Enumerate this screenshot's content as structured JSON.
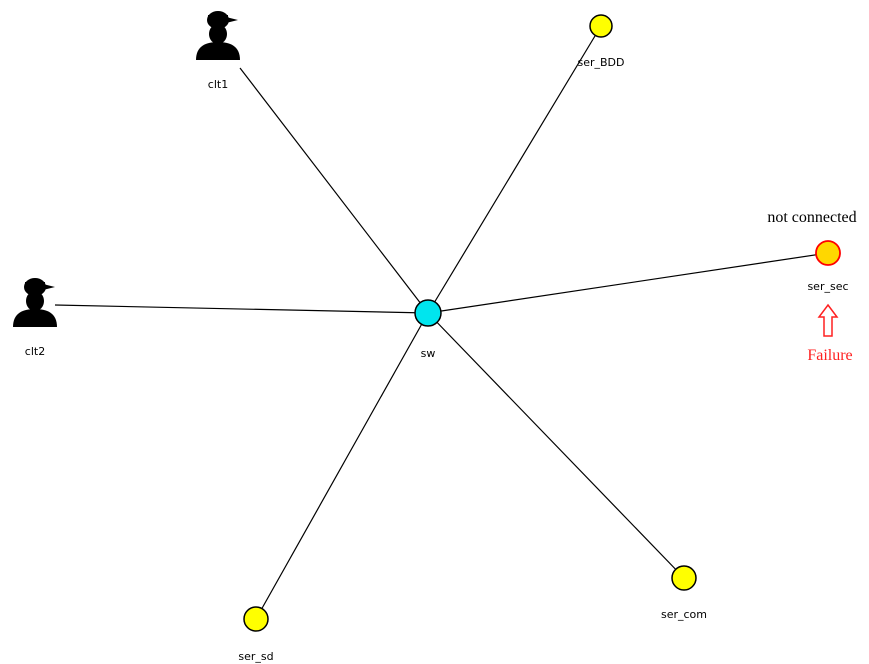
{
  "colors": {
    "switch": "#00e5ee",
    "server": "#ffff00",
    "failed_server": "#ffd700",
    "failed_ring": "#ff0000",
    "client": "#000000",
    "link": "#000000",
    "failure": "#ff2020"
  },
  "nodes": {
    "sw": {
      "label": "sw",
      "kind": "switch"
    },
    "clt1": {
      "label": "clt1",
      "kind": "client",
      "icon": "user-silhouette-icon"
    },
    "clt2": {
      "label": "clt2",
      "kind": "client",
      "icon": "user-silhouette-icon"
    },
    "ser_bdd": {
      "label": "ser_BDD",
      "kind": "server"
    },
    "ser_sec": {
      "label": "ser_sec",
      "kind": "server",
      "status": "not connected"
    },
    "ser_sd": {
      "label": "ser_sd",
      "kind": "server"
    },
    "ser_com": {
      "label": "ser_com",
      "kind": "server"
    }
  },
  "links": [
    {
      "from": "sw",
      "to": "clt1"
    },
    {
      "from": "sw",
      "to": "clt2"
    },
    {
      "from": "sw",
      "to": "ser_bdd"
    },
    {
      "from": "sw",
      "to": "ser_sec"
    },
    {
      "from": "sw",
      "to": "ser_sd"
    },
    {
      "from": "sw",
      "to": "ser_com"
    }
  ],
  "annotations": {
    "status_text": "not connected",
    "failure_text": "Failure",
    "failure_icon": "up-arrow-outline-icon"
  }
}
